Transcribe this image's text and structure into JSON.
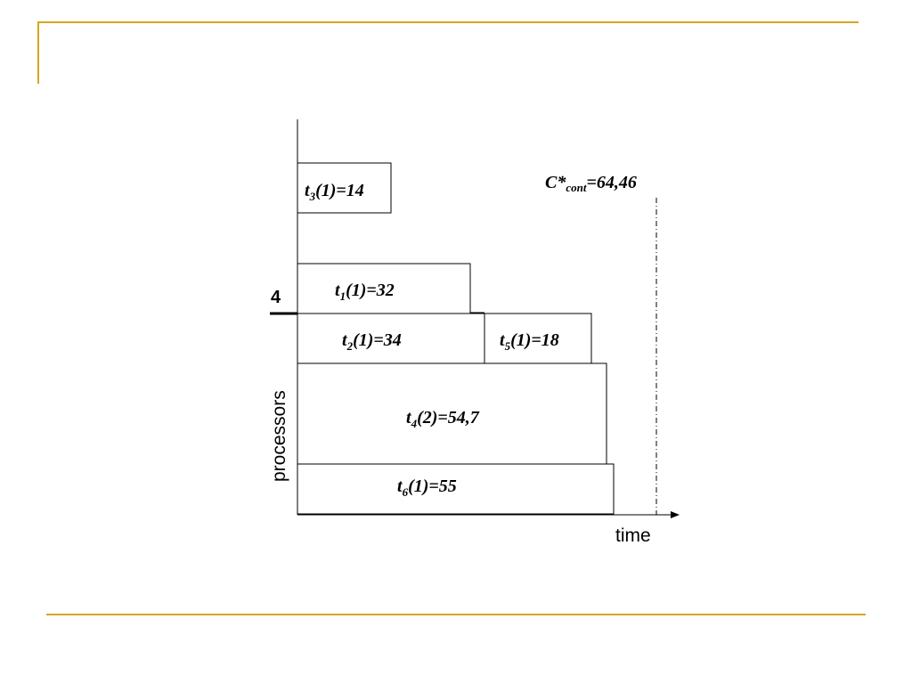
{
  "colors": {
    "frame": "#D9A520",
    "ink": "#000000",
    "background": "#ffffff"
  },
  "axes": {
    "x_label": "time",
    "y_label": "processors",
    "y_mark": "4"
  },
  "makespan": {
    "prefix": "C*",
    "sub": "cont",
    "value": "=64,46"
  },
  "tasks": {
    "t3": {
      "name": "t",
      "index": "3",
      "rest": "(1)=14"
    },
    "t1": {
      "name": "t",
      "index": "1",
      "rest": "(1)=32"
    },
    "t2": {
      "name": "t",
      "index": "2",
      "rest": "(1)=34"
    },
    "t5": {
      "name": "t",
      "index": "5",
      "rest": "(1)=18"
    },
    "t4": {
      "name": "t",
      "index": "4",
      "rest": "(2)=54,7"
    },
    "t6": {
      "name": "t",
      "index": "6",
      "rest": "(1)=55"
    }
  }
}
